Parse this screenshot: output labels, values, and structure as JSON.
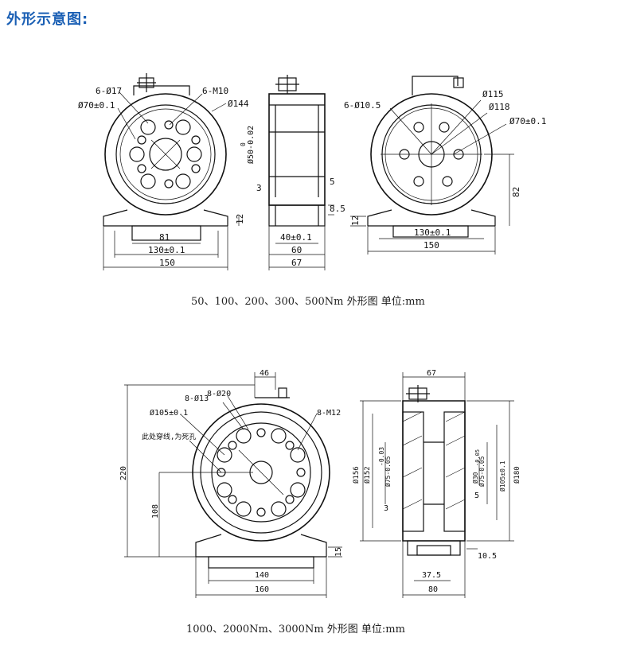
{
  "title": "外形示意图:",
  "caption_top": "50、100、200、300、500Nm 外形图   单位:mm",
  "caption_bottom": "1000、2000Nm、3000Nm 外形图   单位:mm",
  "top": {
    "left_view": {
      "holes": "6-Ø17",
      "bolt_circle": "Ø70±0.1",
      "threads": "6-M10",
      "diameter": "Ø144",
      "height": "12",
      "base_inner": "81",
      "base_holes": "130±0.1",
      "base_width": "150"
    },
    "side_view": {
      "shaft": "Ø50-0.02",
      "shaft_tol": "0",
      "step_left": "3",
      "step_right": "5",
      "base": "8.5",
      "key": "40±0.1",
      "length": "60",
      "overall": "67"
    },
    "right_view": {
      "holes": "6-Ø10.5",
      "outer": "Ø115",
      "flange": "Ø118",
      "bolt_circle": "Ø70±0.1",
      "center_height": "82",
      "height": "12",
      "base_holes": "130±0.1",
      "base_width": "150"
    }
  },
  "bottom": {
    "front_view": {
      "top_width": "46",
      "holes_a": "8-Ø13",
      "holes_b": "8-Ø20",
      "bolt_circle": "Ø105±0.1",
      "threads": "8-M12",
      "note": "此处穿线,为死孔",
      "height": "220",
      "center_height": "108",
      "base_height": "15",
      "base_holes": "140",
      "base_width": "160"
    },
    "side_view": {
      "top_width": "67",
      "d1": "Ø156",
      "d2": "Ø152",
      "d3": "Ø75-0.05",
      "d3_tol": "-0.03",
      "step": "3",
      "d4": "Ø30",
      "d5": "Ø75-0.05",
      "d5_tol": "-0.05",
      "right_step": "5",
      "d6": "Ø105±0.1",
      "d7": "Ø180",
      "base": "10.5",
      "key": "37.5",
      "overall": "80"
    }
  }
}
